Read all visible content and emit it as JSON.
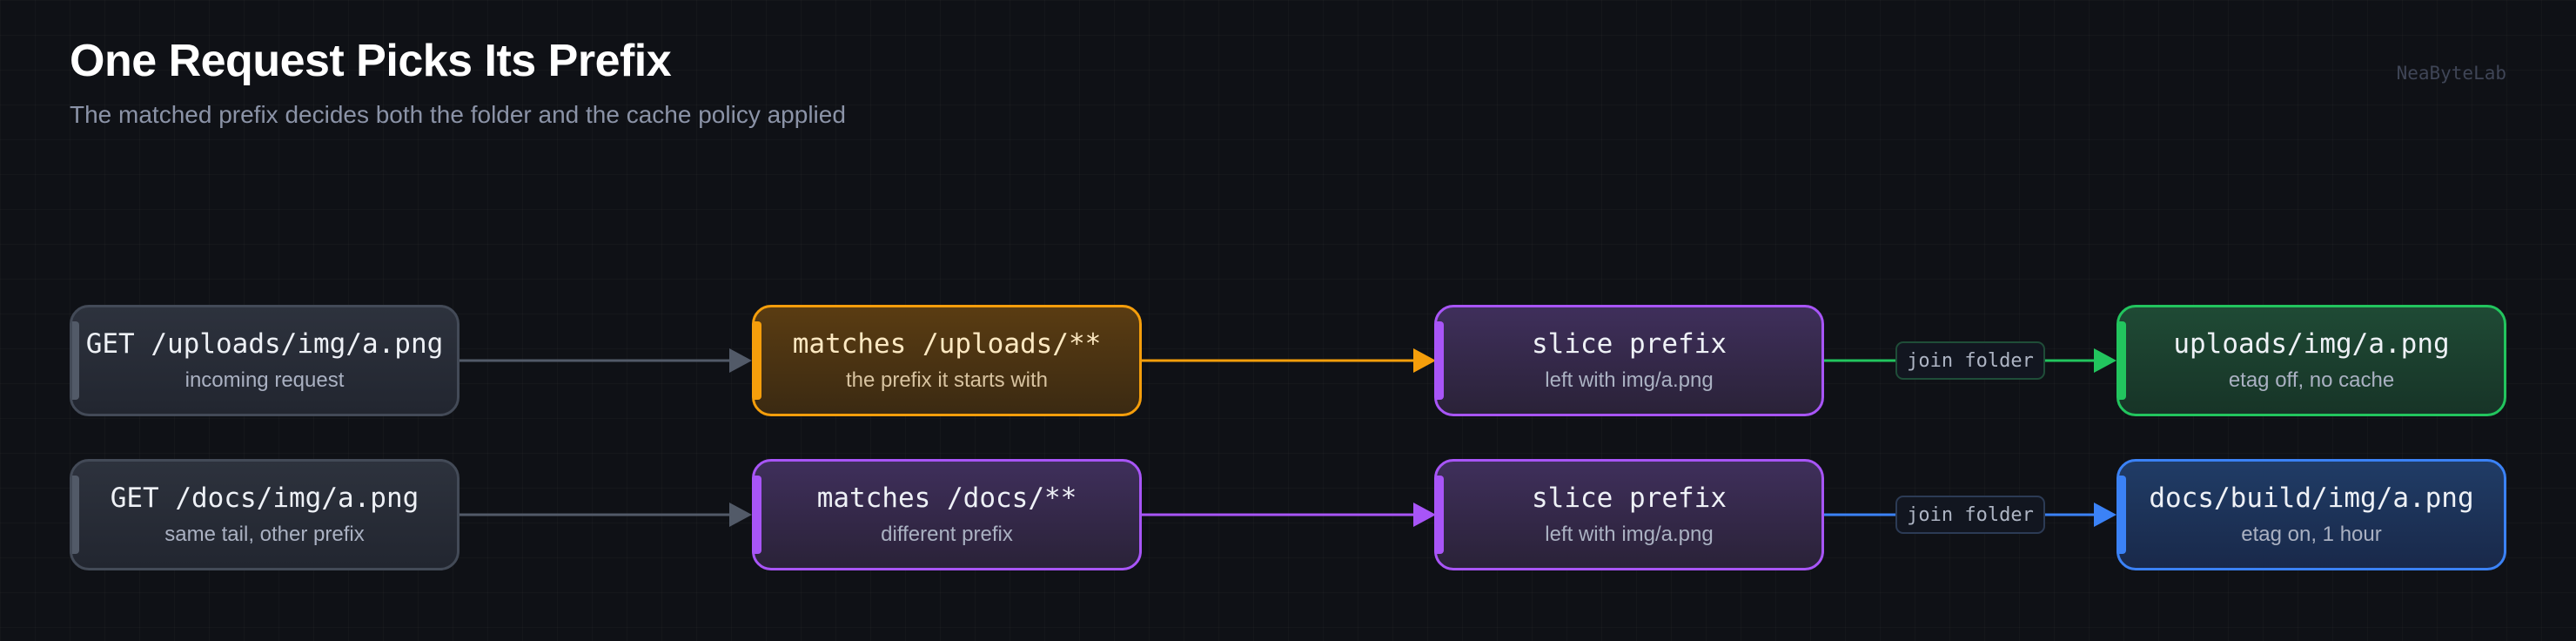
{
  "header": {
    "title": "One Request Picks Its Prefix",
    "subtitle": "The matched prefix decides both the folder and the cache policy applied",
    "brand": "NeaByteLab"
  },
  "rows": [
    {
      "request": {
        "main": "GET /uploads/img/a.png",
        "sub": "incoming request"
      },
      "match": {
        "main": "matches /uploads/**",
        "sub": "the prefix it starts with"
      },
      "slice": {
        "main": "slice prefix",
        "sub": "left with img/a.png"
      },
      "edge_label": "join folder",
      "result": {
        "main": "uploads/img/a.png",
        "sub": "etag off, no cache"
      }
    },
    {
      "request": {
        "main": "GET /docs/img/a.png",
        "sub": "same tail, other prefix"
      },
      "match": {
        "main": "matches /docs/**",
        "sub": "different prefix"
      },
      "slice": {
        "main": "slice prefix",
        "sub": "left with img/a.png"
      },
      "edge_label": "join folder",
      "result": {
        "main": "docs/build/img/a.png",
        "sub": "etag on, 1 hour"
      }
    }
  ],
  "colors": {
    "gray": "#525a68",
    "orange": "#f59e0b",
    "purple": "#a855f7",
    "green": "#22c55e",
    "blue": "#3b82f6"
  }
}
